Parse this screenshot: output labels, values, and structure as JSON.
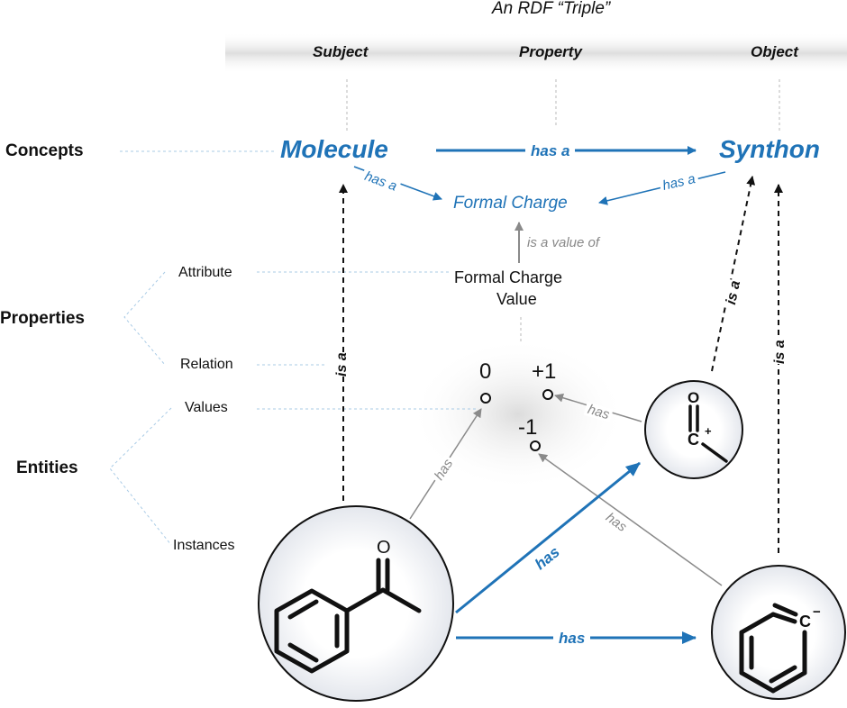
{
  "title": "An RDF “Triple”",
  "columns": {
    "subject": "Subject",
    "property": "Property",
    "object": "Object"
  },
  "rows": {
    "concepts": "Concepts",
    "properties": "Properties",
    "entities": "Entities",
    "attribute": "Attribute",
    "relation": "Relation",
    "values": "Values",
    "instances": "Instances"
  },
  "concepts": {
    "molecule": "Molecule",
    "synthon": "Synthon",
    "formal_charge": "Formal Charge"
  },
  "formal_charge_value": {
    "line1": "Formal Charge",
    "line2": "Value"
  },
  "values": {
    "zero": "0",
    "plus_one": "+1",
    "minus_one": "-1"
  },
  "relations": {
    "has_a": "has a",
    "is_a": "is a",
    "is_a_value_of": "is a value of",
    "has": "has"
  },
  "atoms": {
    "oxygen": "O",
    "carbon": "C",
    "plus": "+",
    "minus": "−"
  },
  "colors": {
    "blue": "#1f73b7",
    "gray": "#888888",
    "black": "#111111"
  }
}
